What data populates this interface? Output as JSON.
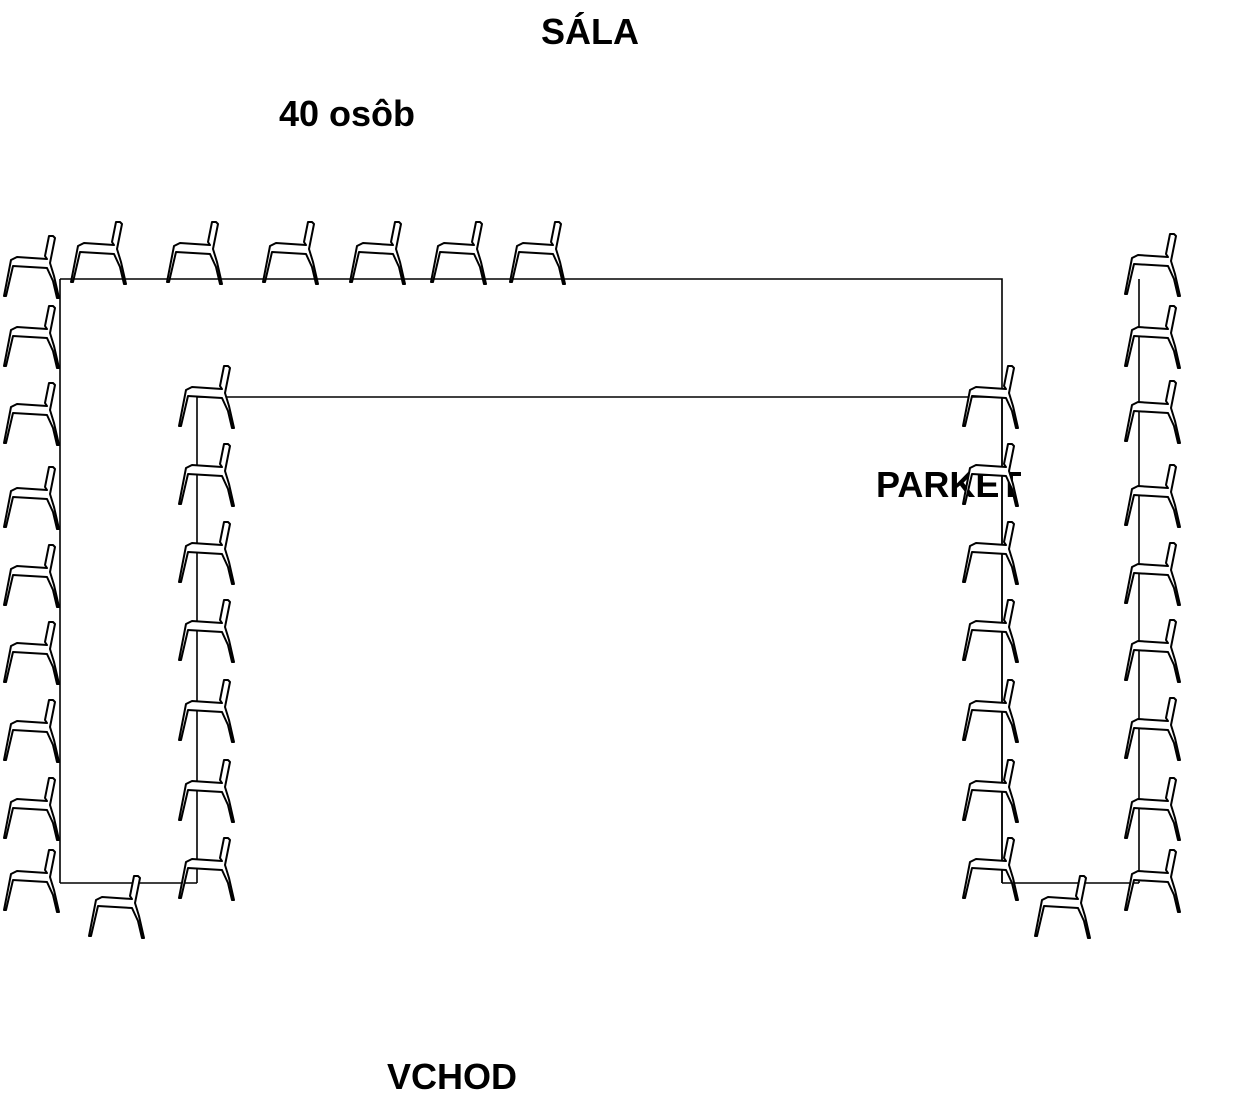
{
  "labels": {
    "hall": "SÁLA",
    "capacity": "40 osôb",
    "floor": "PARKET",
    "entrance": "VCHOD"
  },
  "colors": {
    "ink": "#000000",
    "background": "#ffffff"
  },
  "icons": {
    "seat": "chair-icon"
  }
}
